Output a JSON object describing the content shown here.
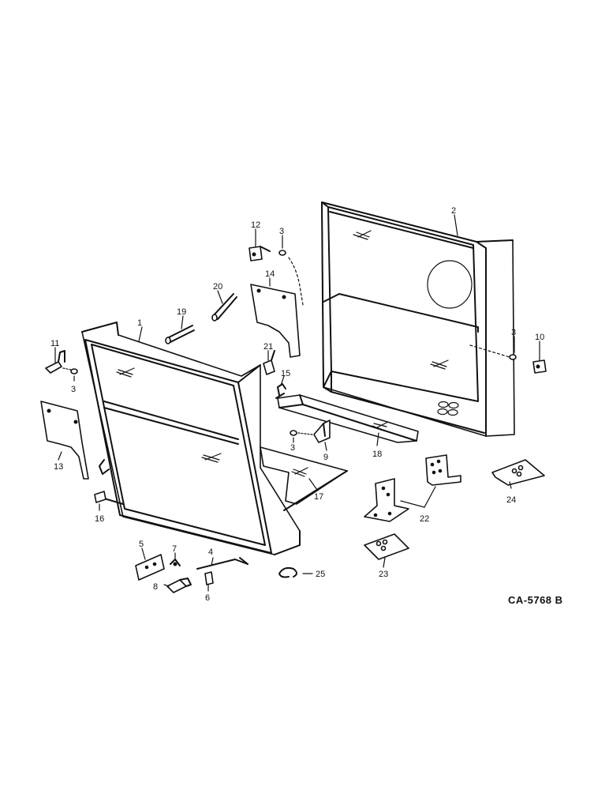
{
  "diagram": {
    "drawing_code": "CA-5768 B",
    "callouts": {
      "p1": "1",
      "p2": "2",
      "p3a": "3",
      "p3b": "3",
      "p3c": "3",
      "p3d": "3",
      "p4": "4",
      "p5": "5",
      "p6": "6",
      "p7": "7",
      "p8": "8",
      "p9": "9",
      "p10": "10",
      "p11": "11",
      "p12": "12",
      "p13": "13",
      "p14": "14",
      "p15": "15",
      "p16": "16",
      "p17": "17",
      "p18": "18",
      "p19": "19",
      "p20": "20",
      "p21": "21",
      "p22": "22",
      "p23": "23",
      "p24": "24",
      "p25": "25"
    }
  }
}
